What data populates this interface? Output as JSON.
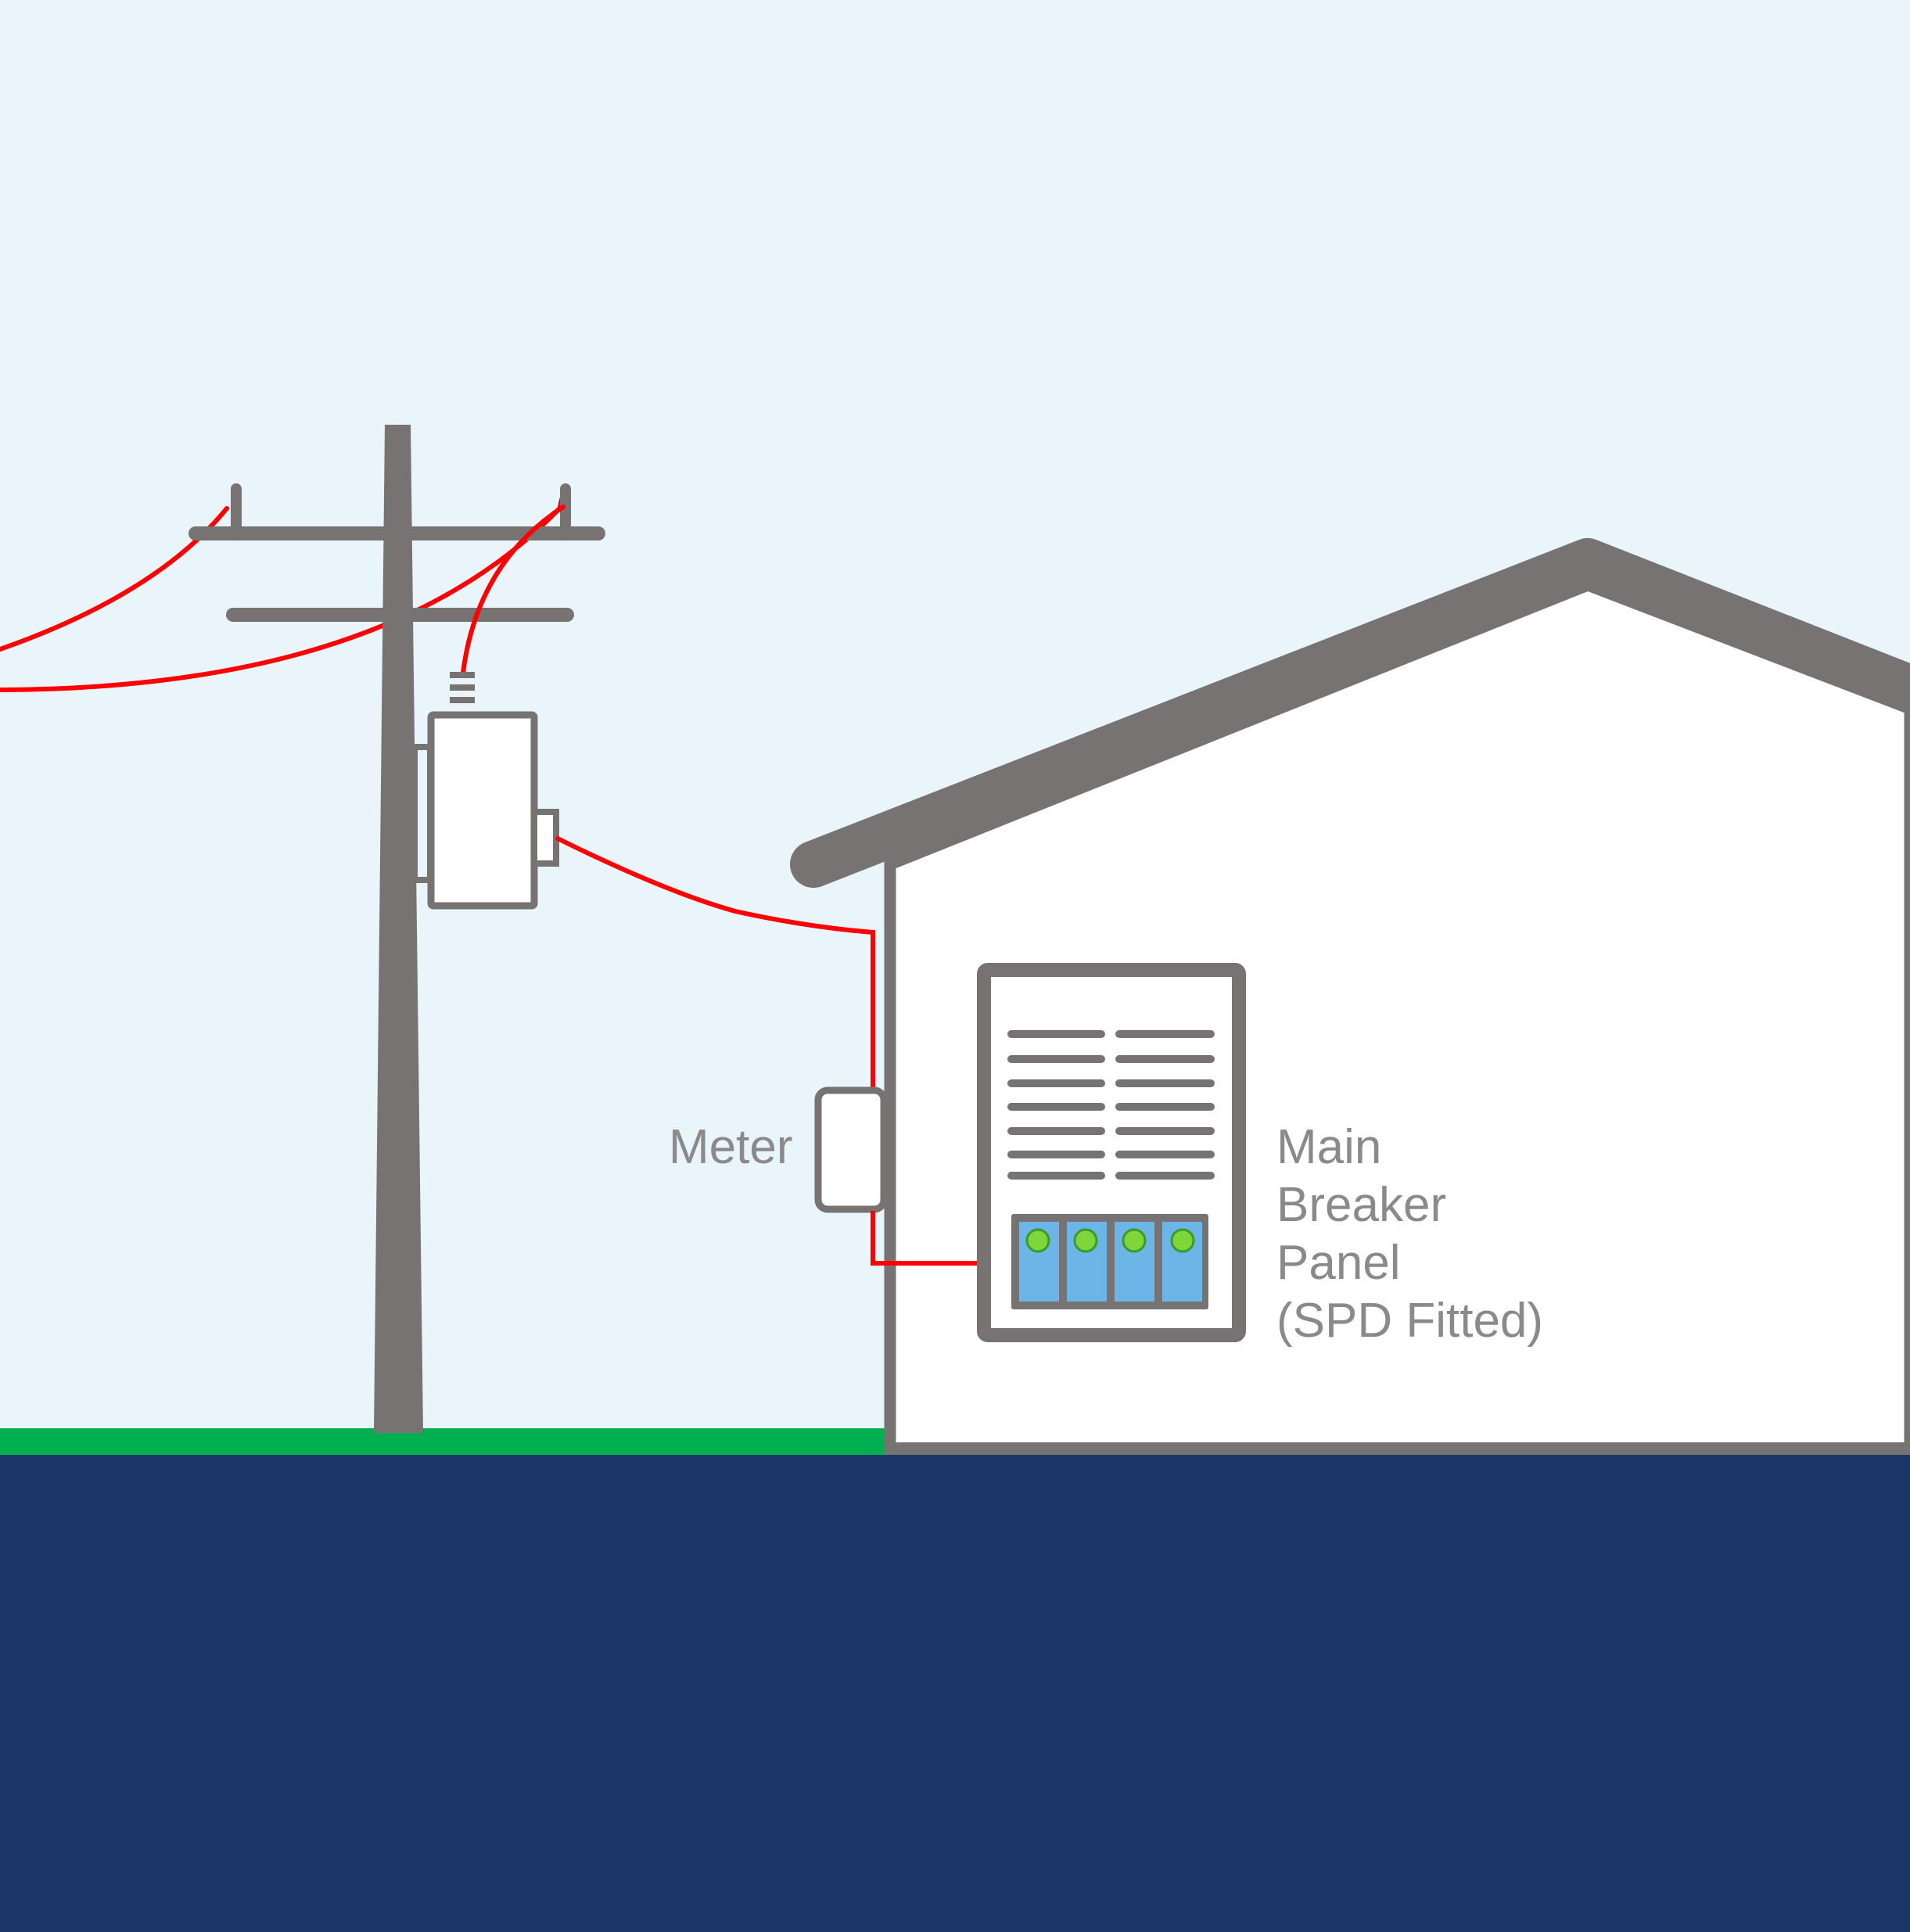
{
  "labels": {
    "meter": "Meter",
    "panel_lines": [
      "Main",
      "Breaker",
      "Panel",
      "(SPD Fitted)"
    ]
  },
  "colors": {
    "sky": "#e9f4fb",
    "ground": "#1a3566",
    "grass": "#00b050",
    "structure": "#777372",
    "wire": "#ff0000",
    "breaker": "#6bb6e6",
    "breaker_indicator": "#7ed63a",
    "house_wall": "#ffffff"
  },
  "icons": {
    "pole": "utility-pole-icon",
    "transformer": "transformer-icon",
    "meter": "meter-box-icon",
    "panel": "breaker-panel-icon",
    "house": "house-icon"
  }
}
